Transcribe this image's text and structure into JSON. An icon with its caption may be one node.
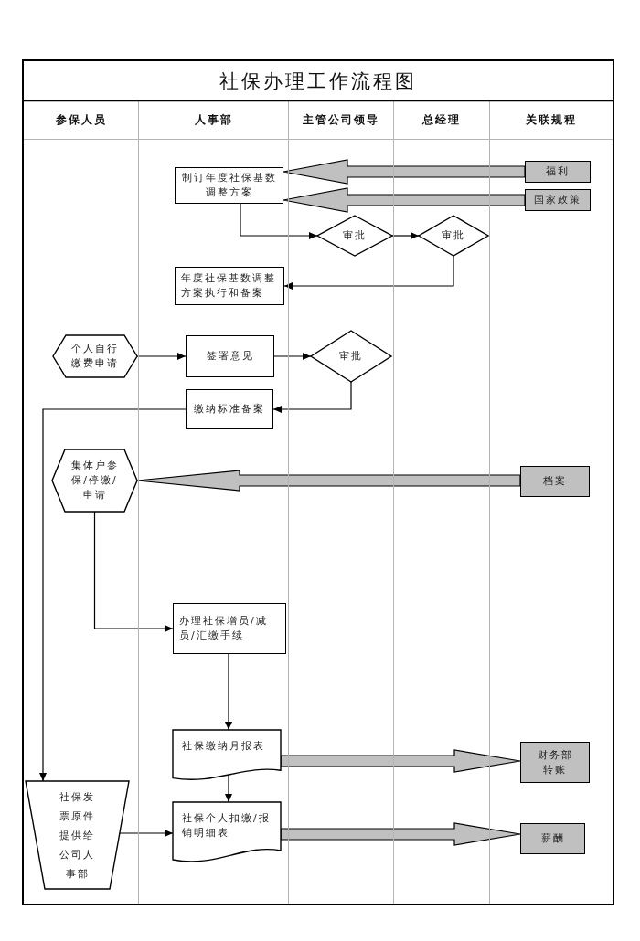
{
  "diagram": {
    "title": "社保办理工作流程图",
    "nodes": [
      {
        "text": [
          "参保人员"
        ]
      },
      {
        "text": [
          "人事部"
        ]
      },
      {
        "text": [
          "主管公司领导"
        ]
      },
      {
        "text": [
          "总经理"
        ]
      },
      {
        "text": [
          "关联规程"
        ]
      },
      {
        "text": [
          "制订年度社保基数调整方案"
        ],
        "in": 1
      },
      {
        "text": [
          "福利"
        ],
        "in": 4
      },
      {
        "text": [
          "国家政策"
        ],
        "in": 4
      },
      {
        "text": [
          "审批"
        ],
        "in": 2
      },
      {
        "text": [
          "审批"
        ],
        "in": 3
      },
      {
        "text": [
          "年度社保基数调整方案执行和备案"
        ],
        "in": 1
      },
      {
        "text": [
          "个人自行缴费申请"
        ],
        "in": 0
      },
      {
        "text": [
          "签署意见"
        ],
        "in": 1
      },
      {
        "text": [
          "审批"
        ],
        "in": 2
      },
      {
        "text": [
          "缴纳标准备案"
        ],
        "in": 1
      },
      {
        "text": [
          "集体户参保/停缴/申请"
        ],
        "in": 0
      },
      {
        "text": [
          "档案"
        ],
        "in": 4
      },
      {
        "text": [
          "办理社保增员/减员/汇缴手续"
        ],
        "in": 1
      },
      {
        "text": [
          "社保缴纳月报表"
        ],
        "in": 1
      },
      {
        "text": [
          "财务部转账"
        ],
        "in": 4
      },
      {
        "text": [
          "社保发票原件提供给公司人事部"
        ],
        "in": 0
      },
      {
        "text": [
          "社保个人扣缴/报销明细表"
        ],
        "in": 1
      },
      {
        "text": [
          "薪酬"
        ],
        "in": 4
      }
    ],
    "edges": [
      {
        "from": 6,
        "to": 5,
        "arrow": "to",
        "style": "thick",
        "color": "#c0c0c0"
      },
      {
        "from": 7,
        "to": 5,
        "arrow": "to",
        "style": "thick",
        "color": "#c0c0c0"
      },
      {
        "from": 5,
        "to": 8,
        "arrow": "to"
      },
      {
        "from": 8,
        "to": 9,
        "arrow": "to"
      },
      {
        "from": 9,
        "to": 10,
        "arrow": "to"
      },
      {
        "from": 11,
        "to": 12,
        "arrow": "to"
      },
      {
        "from": 12,
        "to": 13,
        "arrow": "to"
      },
      {
        "from": 13,
        "to": 14,
        "arrow": "to"
      },
      {
        "from": 14,
        "to": 20,
        "arrow": "to"
      },
      {
        "from": 16,
        "to": 15,
        "arrow": "to",
        "style": "thick",
        "color": "#c0c0c0"
      },
      {
        "from": 15,
        "to": 17,
        "arrow": "to"
      },
      {
        "from": 17,
        "to": 18,
        "arrow": "to"
      },
      {
        "from": 18,
        "to": 19,
        "arrow": "to",
        "style": "thick",
        "color": "#c0c0c0"
      },
      {
        "from": 18,
        "to": 21,
        "arrow": "to"
      },
      {
        "from": 20,
        "to": 21,
        "arrow": "to"
      },
      {
        "from": 21,
        "to": 22,
        "arrow": "to",
        "style": "thick",
        "color": "#c0c0c0"
      }
    ]
  }
}
